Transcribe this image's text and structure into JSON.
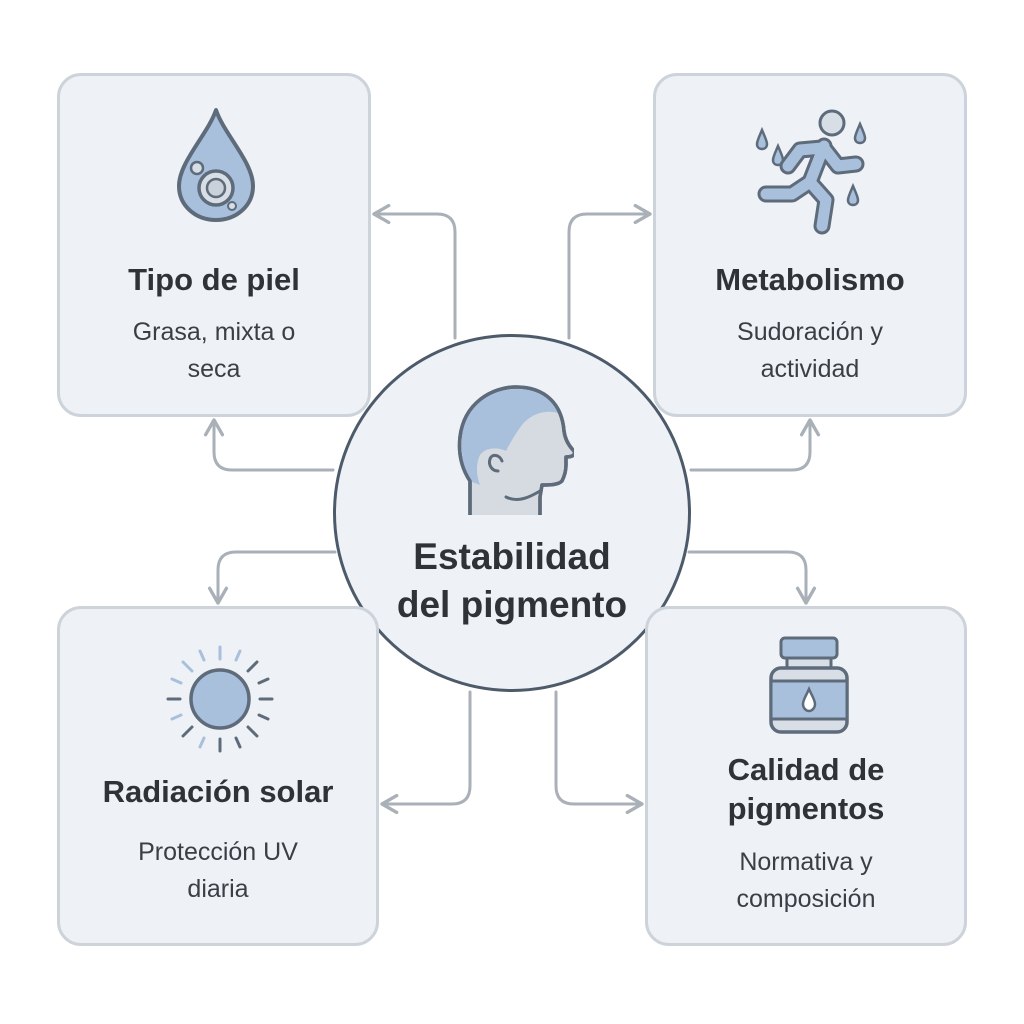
{
  "center": {
    "title_lines": [
      "Estabilidad",
      "del pigmento"
    ],
    "icon": "head-profile-icon"
  },
  "factors": [
    {
      "id": "tipo",
      "icon": "water-drop-icon",
      "title_lines": [
        "Tipo de piel"
      ],
      "desc_lines": [
        "Grasa, mixta o",
        "seca"
      ]
    },
    {
      "id": "metab",
      "icon": "running-person-sweat-icon",
      "title_lines": [
        "Metabolismo"
      ],
      "desc_lines": [
        "Sudoración y",
        "actividad"
      ]
    },
    {
      "id": "radiacion",
      "icon": "sun-icon",
      "title_lines": [
        "Radiación solar"
      ],
      "desc_lines": [
        "Protección UV",
        "diaria"
      ]
    },
    {
      "id": "calidad",
      "icon": "ink-bottle-icon",
      "title_lines": [
        "Calidad de",
        "pigmentos"
      ],
      "desc_lines": [
        "Normativa y",
        "composición"
      ]
    }
  ],
  "colors": {
    "card_fill": "#eef1f5",
    "card_border": "#cdd3db",
    "circle_border": "#4d5a6a",
    "connector": "#a9b0b8",
    "icon_fill": "#a9c0dc",
    "icon_stroke": "#5e6b7a",
    "text": "#2f3338"
  }
}
